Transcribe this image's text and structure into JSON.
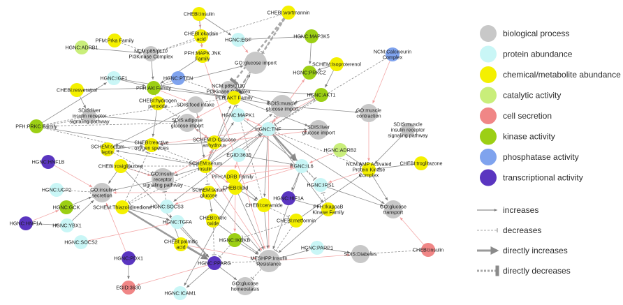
{
  "colors": {
    "biological_process": "#c8c8c8",
    "protein_abundance": "#c9f6f6",
    "chemical_metabolite_abundance": "#f4f000",
    "catalytic_activity": "#c9ee7a",
    "cell_secretion": "#f08686",
    "kinase_activity": "#9ccf14",
    "phosphatase_activity": "#7fa3ee",
    "transcriptional_activity": "#5a35c0",
    "edge_gray": "#8c8c8c",
    "edge_red": "#f3a8a8"
  },
  "legend": {
    "node_types": [
      {
        "label": "biological process",
        "color": "biological_process"
      },
      {
        "label": "protein abundance",
        "color": "protein_abundance"
      },
      {
        "label": "chemical/metabolite abundance",
        "color": "chemical_metabolite_abundance"
      },
      {
        "label": "catalytic activity",
        "color": "catalytic_activity"
      },
      {
        "label": "cell secretion",
        "color": "cell_secretion"
      },
      {
        "label": "kinase activity",
        "color": "kinase_activity"
      },
      {
        "label": "phosphatase activity",
        "color": "phosphatase_activity"
      },
      {
        "label": "transcriptional activity",
        "color": "transcriptional_activity"
      }
    ],
    "edge_types": [
      {
        "label": "increases",
        "style": "increases"
      },
      {
        "label": "decreases",
        "style": "decreases"
      },
      {
        "label": "directly increases",
        "style": "directly-increases"
      },
      {
        "label": "directly decreases",
        "style": "directly-decreases"
      }
    ]
  },
  "nodes": [
    {
      "id": "ins_top",
      "label": "CHEBI:insulin",
      "type": "chemical_metabolite_abundance"
    },
    {
      "id": "wort",
      "label": "CHEBI:wortmannin",
      "type": "chemical_metabolite_abundance"
    },
    {
      "id": "prka",
      "label": "PFM:Prka Family",
      "type": "chemical_metabolite_abundance"
    },
    {
      "id": "okad",
      "label": "CHEBI:okadaic acid",
      "type": "chemical_metabolite_abundance"
    },
    {
      "id": "egf",
      "label": "HGNC:EGF",
      "type": "protein_abundance"
    },
    {
      "id": "map3k5",
      "label": "HGNC:MAP3K5",
      "type": "kinase_activity"
    },
    {
      "id": "adrb1",
      "label": "HGNC:ADRB1",
      "type": "catalytic_activity"
    },
    {
      "id": "ncm1",
      "label": "NCM:p85/p110 PI3Kinase Complex",
      "type": "biological_process"
    },
    {
      "id": "mapk",
      "label": "PFH:MAPK JNK Family",
      "type": "chemical_metabolite_abundance"
    },
    {
      "id": "glucimp1",
      "label": "GO:glucose import",
      "type": "biological_process"
    },
    {
      "id": "calci",
      "label": "NCM:Calcineurin Complex",
      "type": "phosphatase_activity"
    },
    {
      "id": "isop",
      "label": "SCHEM:Isoproterenol",
      "type": "chemical_metabolite_abundance"
    },
    {
      "id": "igf1",
      "label": "HGNC:IGF1",
      "type": "protein_abundance"
    },
    {
      "id": "pten",
      "label": "HGNC:PTEN",
      "type": "phosphatase_activity"
    },
    {
      "id": "prkcz",
      "label": "HGNC:PRKCZ",
      "type": "kinase_activity"
    },
    {
      "id": "resv",
      "label": "CHEBI:resveratrol",
      "type": "chemical_metabolite_abundance"
    },
    {
      "id": "akt",
      "label": "PFH:Akt Family",
      "type": "kinase_activity"
    },
    {
      "id": "ncm2",
      "label": "NCM:p85/p110 PI3Kinase Complex",
      "type": "biological_process"
    },
    {
      "id": "pfhakt",
      "label": "PFH:AKT Family",
      "type": "chemical_metabolite_abundance"
    },
    {
      "id": "akt1",
      "label": "HGNC:AKT1",
      "type": "kinase_activity"
    },
    {
      "id": "h2o2",
      "label": "CHEBI:hydrogen peroxide",
      "type": "chemical_metabolite_abundance"
    },
    {
      "id": "food",
      "label": "SDIS:food intake",
      "type": "biological_process"
    },
    {
      "id": "musimp",
      "label": "SDIS:muscle glucose import",
      "type": "biological_process"
    },
    {
      "id": "liverins",
      "label": "SDIS:liver insulin receptor signaling pathway",
      "type": "biological_process"
    },
    {
      "id": "mapk1",
      "label": "HGNC:MAPK1",
      "type": "protein_abundance"
    },
    {
      "id": "muscon",
      "label": "GO:muscle contraction",
      "type": "biological_process"
    },
    {
      "id": "prkc",
      "label": "PFH:PRKC Family",
      "type": "kinase_activity"
    },
    {
      "id": "adipimp",
      "label": "SDIS:adipose glucose import",
      "type": "biological_process"
    },
    {
      "id": "tnf",
      "label": "HGNC:TNF",
      "type": "protein_abundance"
    },
    {
      "id": "liverimp",
      "label": "SDIS:liver glucose import",
      "type": "biological_process"
    },
    {
      "id": "musins",
      "label": "SDIS:muscle insulin receptor signaling pathway",
      "type": "biological_process"
    },
    {
      "id": "ros",
      "label": "CHEBI:reactive oxygen species",
      "type": "chemical_metabolite_abundance"
    },
    {
      "id": "dgluc",
      "label": "SCHEM:D-Glucose anhydrous",
      "type": "chemical_metabolite_abundance"
    },
    {
      "id": "leptin",
      "label": "SCHEM:serum leptin",
      "type": "chemical_metabolite_abundance"
    },
    {
      "id": "egid3630b",
      "label": "EGID:3630",
      "type": "protein_abundance"
    },
    {
      "id": "adrb2",
      "label": "HGNC:ADRB2",
      "type": "catalytic_activity"
    },
    {
      "id": "hnf1b",
      "label": "HGNC:HNF1B",
      "type": "transcriptional_activity"
    },
    {
      "id": "rosig",
      "label": "CHEBI:rosiglitazone",
      "type": "chemical_metabolite_abundance"
    },
    {
      "id": "seruins",
      "label": "SCHEM:serum insulin",
      "type": "chemical_metabolite_abundance"
    },
    {
      "id": "il6",
      "label": "HGNC:IL6",
      "type": "protein_abundance"
    },
    {
      "id": "ampk",
      "label": "NCM:AMP Activated Protein Kinase Complex",
      "type": "chemical_metabolite_abundance"
    },
    {
      "id": "trog",
      "label": "CHEBI:troglitazone",
      "type": "chemical_metabolite_abundance"
    },
    {
      "id": "gopath",
      "label": "GO:insulin receptor signaling pathway",
      "type": "biological_process"
    },
    {
      "id": "adrb",
      "label": "PFH:ADRB Family",
      "type": "chemical_metabolite_abundance"
    },
    {
      "id": "ucp2",
      "label": "HGNC:UCP2",
      "type": "protein_abundance"
    },
    {
      "id": "gosec",
      "label": "GO:insulin secretion",
      "type": "biological_process"
    },
    {
      "id": "serglu",
      "label": "SCHEM:serum glucose",
      "type": "chemical_metabolite_abundance"
    },
    {
      "id": "lipid",
      "label": "CHEBI:lipid",
      "type": "chemical_metabolite_abundance"
    },
    {
      "id": "irs1",
      "label": "HGNC:IRS1",
      "type": "protein_abundance"
    },
    {
      "id": "hif1a",
      "label": "HGNC:HIF1A",
      "type": "transcriptional_activity"
    },
    {
      "id": "gck",
      "label": "HGNC:GCK",
      "type": "kinase_activity"
    },
    {
      "id": "thiaz",
      "label": "SCHEM:Thiazolidinedione",
      "type": "chemical_metabolite_abundance"
    },
    {
      "id": "socs3",
      "label": "HGNC:SOCS3",
      "type": "protein_abundance"
    },
    {
      "id": "ceram",
      "label": "CHEBI:ceramide",
      "type": "chemical_metabolite_abundance"
    },
    {
      "id": "ikkb",
      "label": "PFH:IkappaB Kinase Family",
      "type": "chemical_metabolite_abundance"
    },
    {
      "id": "gtrans",
      "label": "GO:glucose transport",
      "type": "biological_process"
    },
    {
      "id": "hnf1a",
      "label": "HGNC:HNF1A",
      "type": "transcriptional_activity"
    },
    {
      "id": "ybx1",
      "label": "HGNC:YBX1",
      "type": "protein_abundance"
    },
    {
      "id": "tgfa",
      "label": "HGNC:TGFA",
      "type": "protein_abundance"
    },
    {
      "id": "no",
      "label": "CHEBI:nitric oxide",
      "type": "chemical_metabolite_abundance"
    },
    {
      "id": "metf",
      "label": "CHEBI:metformin",
      "type": "chemical_metabolite_abundance"
    },
    {
      "id": "socs2",
      "label": "HGNC:SOCS2",
      "type": "protein_abundance"
    },
    {
      "id": "ikbkb",
      "label": "HGNC:IKBKB",
      "type": "kinase_activity"
    },
    {
      "id": "parp1",
      "label": "HGNC:PARP1",
      "type": "protein_abundance"
    },
    {
      "id": "diab",
      "label": "SDIS:Diabetes",
      "type": "biological_process"
    },
    {
      "id": "palm",
      "label": "CHEBI:palmitic acid",
      "type": "chemical_metabolite_abundance"
    },
    {
      "id": "ins_bot",
      "label": "CHEBI:insulin",
      "type": "cell_secretion"
    },
    {
      "id": "pdx1",
      "label": "HGNC:PDX1",
      "type": "transcriptional_activity"
    },
    {
      "id": "pparg",
      "label": "HGNC:PPARG",
      "type": "transcriptional_activity"
    },
    {
      "id": "resist",
      "label": "MESHPP:Insulin Resistance",
      "type": "biological_process"
    },
    {
      "id": "egid3630",
      "label": "EGID:3630",
      "type": "cell_secretion"
    },
    {
      "id": "glhom",
      "label": "GO:glucose homeostasis",
      "type": "biological_process"
    },
    {
      "id": "icam1",
      "label": "HGNC:ICAM1",
      "type": "protein_abundance"
    }
  ],
  "edges": [
    [
      "seruins",
      "tnf",
      "increases"
    ],
    [
      "seruins",
      "il6",
      "increases"
    ],
    [
      "seruins",
      "pfhakt",
      "increases"
    ],
    [
      "seruins",
      "gopath",
      "increases"
    ],
    [
      "seruins",
      "ros",
      "decreases"
    ],
    [
      "seruins",
      "leptin",
      "increases"
    ],
    [
      "seruins",
      "serglu",
      "decreases"
    ],
    [
      "seruins",
      "dgluc",
      "increases"
    ],
    [
      "seruins",
      "glucimp1",
      "increases"
    ],
    [
      "seruins",
      "musimp",
      "increases"
    ],
    [
      "seruins",
      "resist",
      "increases"
    ],
    [
      "seruins",
      "rosig",
      "decreases"
    ],
    [
      "seruins",
      "mapk1",
      "increases"
    ],
    [
      "seruins",
      "lipid",
      "increases"
    ],
    [
      "seruins",
      "thiaz",
      "decreases"
    ],
    [
      "tnf",
      "il6",
      "directly-increases"
    ],
    [
      "tnf",
      "resist",
      "increases"
    ],
    [
      "tnf",
      "irs1",
      "decreases"
    ],
    [
      "tnf",
      "ikkb",
      "increases"
    ],
    [
      "tnf",
      "musimp",
      "decreases"
    ],
    [
      "tnf",
      "ceram",
      "increases"
    ],
    [
      "tnf",
      "ampk",
      "decreases"
    ],
    [
      "tnf",
      "prkcz",
      "increases"
    ],
    [
      "tnf",
      "akt1",
      "decreases"
    ],
    [
      "tnf",
      "liverimp",
      "increases"
    ],
    [
      "tnf",
      "mapk1",
      "increases"
    ],
    [
      "tnf",
      "socs3",
      "increases"
    ],
    [
      "tnf",
      "icam1",
      "increases"
    ],
    [
      "tnf",
      "ros",
      "increases"
    ],
    [
      "tnf",
      "gtrans",
      "increases"
    ],
    [
      "wort",
      "ncm2",
      "directly-decreases"
    ],
    [
      "wort",
      "ncm1",
      "decreases"
    ],
    [
      "wort",
      "glucimp1",
      "decreases"
    ],
    [
      "wort",
      "pfhakt",
      "directly-decreases"
    ],
    [
      "ins_top",
      "okad",
      "increases"
    ],
    [
      "ins_top",
      "mapk",
      "increases"
    ],
    [
      "ins_top",
      "egf",
      "increases"
    ],
    [
      "okad",
      "mapk",
      "increases"
    ],
    [
      "okad",
      "ncm1",
      "decreases"
    ],
    [
      "egf",
      "map3k5",
      "increases"
    ],
    [
      "egf",
      "glucimp1",
      "increases"
    ],
    [
      "map3k5",
      "prkcz",
      "increases"
    ],
    [
      "adrb1",
      "ncm1",
      "increases"
    ],
    [
      "prka",
      "ncm1",
      "decreases"
    ],
    [
      "ncm1",
      "akt",
      "increases"
    ],
    [
      "mapk",
      "akt",
      "increases"
    ],
    [
      "mapk",
      "resist",
      "increases"
    ],
    [
      "igf1",
      "akt",
      "increases"
    ],
    [
      "pten",
      "akt",
      "decreases"
    ],
    [
      "pten",
      "pfhakt",
      "decreases"
    ],
    [
      "resv",
      "akt",
      "increases"
    ],
    [
      "resv",
      "liverins",
      "increases"
    ],
    [
      "akt",
      "food",
      "increases"
    ],
    [
      "akt",
      "h2o2",
      "increases"
    ],
    [
      "akt",
      "glucimp1",
      "increases"
    ],
    [
      "ncm2",
      "pfhakt",
      "directly-increases"
    ],
    [
      "ncm2",
      "musimp",
      "increases"
    ],
    [
      "pfhakt",
      "musimp",
      "increases"
    ],
    [
      "pfhakt",
      "adipimp",
      "increases"
    ],
    [
      "pfhakt",
      "liverimp",
      "increases"
    ],
    [
      "akt1",
      "musimp",
      "increases"
    ],
    [
      "akt1",
      "gopath",
      "increases"
    ],
    [
      "isop",
      "prkcz",
      "increases"
    ],
    [
      "isop",
      "akt1",
      "increases"
    ],
    [
      "calci",
      "muscon",
      "increases"
    ],
    [
      "calci",
      "tnf",
      "decreases"
    ],
    [
      "h2o2",
      "ros",
      "increases"
    ],
    [
      "h2o2",
      "adipimp",
      "decreases"
    ],
    [
      "food",
      "leptin",
      "increases"
    ],
    [
      "prkc",
      "liverins",
      "decreases"
    ],
    [
      "prkc",
      "seruins",
      "decreases"
    ],
    [
      "prkc",
      "ros",
      "increases"
    ],
    [
      "prkc",
      "adipimp",
      "decreases"
    ],
    [
      "prkc",
      "pfhakt",
      "decreases"
    ],
    [
      "prkc",
      "igf1",
      "increases"
    ],
    [
      "musimp",
      "muscon",
      "increases"
    ],
    [
      "muscon",
      "ampk",
      "increases"
    ],
    [
      "musins",
      "ampk",
      "increases"
    ],
    [
      "adrb2",
      "ampk",
      "increases"
    ],
    [
      "adrb2",
      "il6",
      "increases"
    ],
    [
      "trog",
      "ampk",
      "increases"
    ],
    [
      "ampk",
      "gtrans",
      "increases"
    ],
    [
      "ampk",
      "irs1",
      "increases"
    ],
    [
      "egid3630b",
      "il6",
      "increases"
    ],
    [
      "egid3630b",
      "tnf",
      "increases"
    ],
    [
      "egid3630b",
      "adrb",
      "increases"
    ],
    [
      "il6",
      "irs1",
      "decreases"
    ],
    [
      "il6",
      "resist",
      "increases"
    ],
    [
      "il6",
      "socs3",
      "increases"
    ],
    [
      "il6",
      "hif1a",
      "increases"
    ],
    [
      "adrb",
      "ceram",
      "increases"
    ],
    [
      "adrb",
      "il6",
      "increases"
    ],
    [
      "leptin",
      "ros",
      "increases"
    ],
    [
      "leptin",
      "gopath",
      "decreases"
    ],
    [
      "rosig",
      "gopath",
      "increases"
    ],
    [
      "rosig",
      "gosec",
      "increases"
    ],
    [
      "rosig",
      "pparg",
      "increases"
    ],
    [
      "rosig",
      "serglu",
      "decreases"
    ],
    [
      "gopath",
      "gosec",
      "increases"
    ],
    [
      "gopath",
      "thiaz",
      "decreases"
    ],
    [
      "hnf1b",
      "gosec",
      "increases"
    ],
    [
      "ucp2",
      "gosec",
      "decreases"
    ],
    [
      "gck",
      "gosec",
      "increases"
    ],
    [
      "hnf1a",
      "gck",
      "increases"
    ],
    [
      "hnf1a",
      "ybx1",
      "increases"
    ],
    [
      "ybx1",
      "gosec",
      "increases"
    ],
    [
      "serglu",
      "gosec",
      "increases"
    ],
    [
      "serglu",
      "resist",
      "increases"
    ],
    [
      "serglu",
      "no",
      "increases"
    ],
    [
      "thiaz",
      "pparg",
      "directly-increases"
    ],
    [
      "thiaz",
      "socs3",
      "decreases"
    ],
    [
      "thiaz",
      "tgfa",
      "increases"
    ],
    [
      "thiaz",
      "ros",
      "decreases"
    ],
    [
      "lipid",
      "ceram",
      "increases"
    ],
    [
      "lipid",
      "resist",
      "increases"
    ],
    [
      "lipid",
      "ikbkb",
      "increases"
    ],
    [
      "ceram",
      "pfhakt",
      "decreases"
    ],
    [
      "ceram",
      "resist",
      "increases"
    ],
    [
      "ceram",
      "metf",
      "decreases"
    ],
    [
      "metf",
      "ampk",
      "increases"
    ],
    [
      "metf",
      "ikbkb",
      "decreases"
    ],
    [
      "metf",
      "resist",
      "decreases"
    ],
    [
      "hif1a",
      "ikkb",
      "increases"
    ],
    [
      "irs1",
      "gtrans",
      "increases"
    ],
    [
      "ikkb",
      "irs1",
      "decreases"
    ],
    [
      "ikkb",
      "resist",
      "increases"
    ],
    [
      "ikbkb",
      "resist",
      "increases"
    ],
    [
      "ikbkb",
      "pparg",
      "decreases"
    ],
    [
      "no",
      "resist",
      "increases"
    ],
    [
      "no",
      "pparg",
      "decreases"
    ],
    [
      "socs2",
      "tgfa",
      "increases"
    ],
    [
      "tgfa",
      "pparg",
      "increases"
    ],
    [
      "palm",
      "pparg",
      "increases"
    ],
    [
      "palm",
      "resist",
      "increases"
    ],
    [
      "palm",
      "socs3",
      "increases"
    ],
    [
      "pdx1",
      "egid3630",
      "increases"
    ],
    [
      "pdx1",
      "gosec",
      "increases"
    ],
    [
      "pparg",
      "resist",
      "decreases"
    ],
    [
      "pparg",
      "glhom",
      "increases"
    ],
    [
      "pparg",
      "egid3630",
      "increases"
    ],
    [
      "pparg",
      "icam1",
      "increases"
    ],
    [
      "resist",
      "parp1",
      "increases"
    ],
    [
      "resist",
      "diab",
      "increases"
    ],
    [
      "resist",
      "glhom",
      "decreases"
    ],
    [
      "parp1",
      "diab",
      "increases"
    ],
    [
      "ins_bot",
      "gtrans",
      "increases"
    ],
    [
      "ins_bot",
      "diab",
      "decreases"
    ],
    [
      "socs3",
      "gopath",
      "decreases"
    ],
    [
      "mapk1",
      "tnf",
      "increases"
    ],
    [
      "mapk1",
      "il6",
      "increases"
    ],
    [
      "dgluc",
      "adipimp",
      "increases"
    ],
    [
      "dgluc",
      "liverimp",
      "increases"
    ],
    [
      "dgluc",
      "ros",
      "increases"
    ],
    [
      "liverins",
      "adipimp",
      "increases"
    ],
    [
      "adipimp",
      "dgluc",
      "increases"
    ],
    [
      "igf1",
      "pfhakt",
      "increases"
    ],
    [
      "akt",
      "pfhakt",
      "increases"
    ],
    [
      "glucimp1",
      "pfhakt",
      "decreases"
    ],
    [
      "ncm2",
      "akt1",
      "increases"
    ],
    [
      "food",
      "seruins",
      "increases"
    ],
    [
      "prkcz",
      "tnf",
      "increases"
    ],
    [
      "akt1",
      "tnf",
      "decreases"
    ]
  ]
}
